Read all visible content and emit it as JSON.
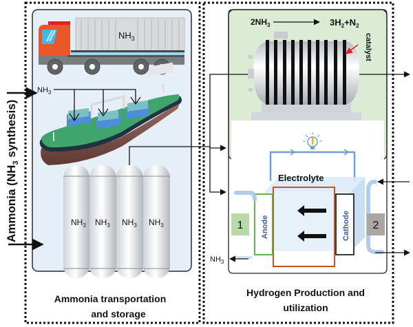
{
  "side_label": {
    "prefix": "Ammonia (NH",
    "sub": "3",
    "suffix": " synthesis)"
  },
  "left_panel": {
    "caption_line1": "Ammonia transportation",
    "caption_line2": "and storage",
    "truck_label": {
      "base": "NH",
      "sub": "3"
    },
    "ship_input_label": {
      "base": "NH",
      "sub": "3"
    },
    "tank_labels": [
      {
        "base": "NH",
        "sub": "3"
      },
      {
        "base": "NH",
        "sub": "3"
      },
      {
        "base": "NH",
        "sub": "3"
      },
      {
        "base": "NH",
        "sub": "3"
      }
    ]
  },
  "right_panel": {
    "caption_line1": "Hydrogen Production and",
    "caption_line2": "utilization",
    "reaction_left": {
      "pre": "2NH",
      "sub": "3"
    },
    "reaction_right": {
      "a": "3H",
      "a_sub": "2",
      "b": "+N",
      "b_sub": "2"
    },
    "catalyst_label": "catalyst",
    "electrolyte_label": "Electrolyte",
    "anode_label": "Anode",
    "cathode_label": "Cathode",
    "port1_label": "1",
    "port2_label": "2",
    "nh3_out_label": {
      "base": "NH",
      "sub": "3"
    }
  },
  "colors": {
    "left_bg": "#e6eef8",
    "right_bg": "#dcebd3",
    "anode_border": "#4caf3a",
    "electrolyte_border": "#c8531e",
    "cathode_border": "#222222",
    "port1_bg": "#b9d9a8",
    "port2_bg": "#a9a6a4",
    "electrode_text": "#3a5e9a"
  }
}
